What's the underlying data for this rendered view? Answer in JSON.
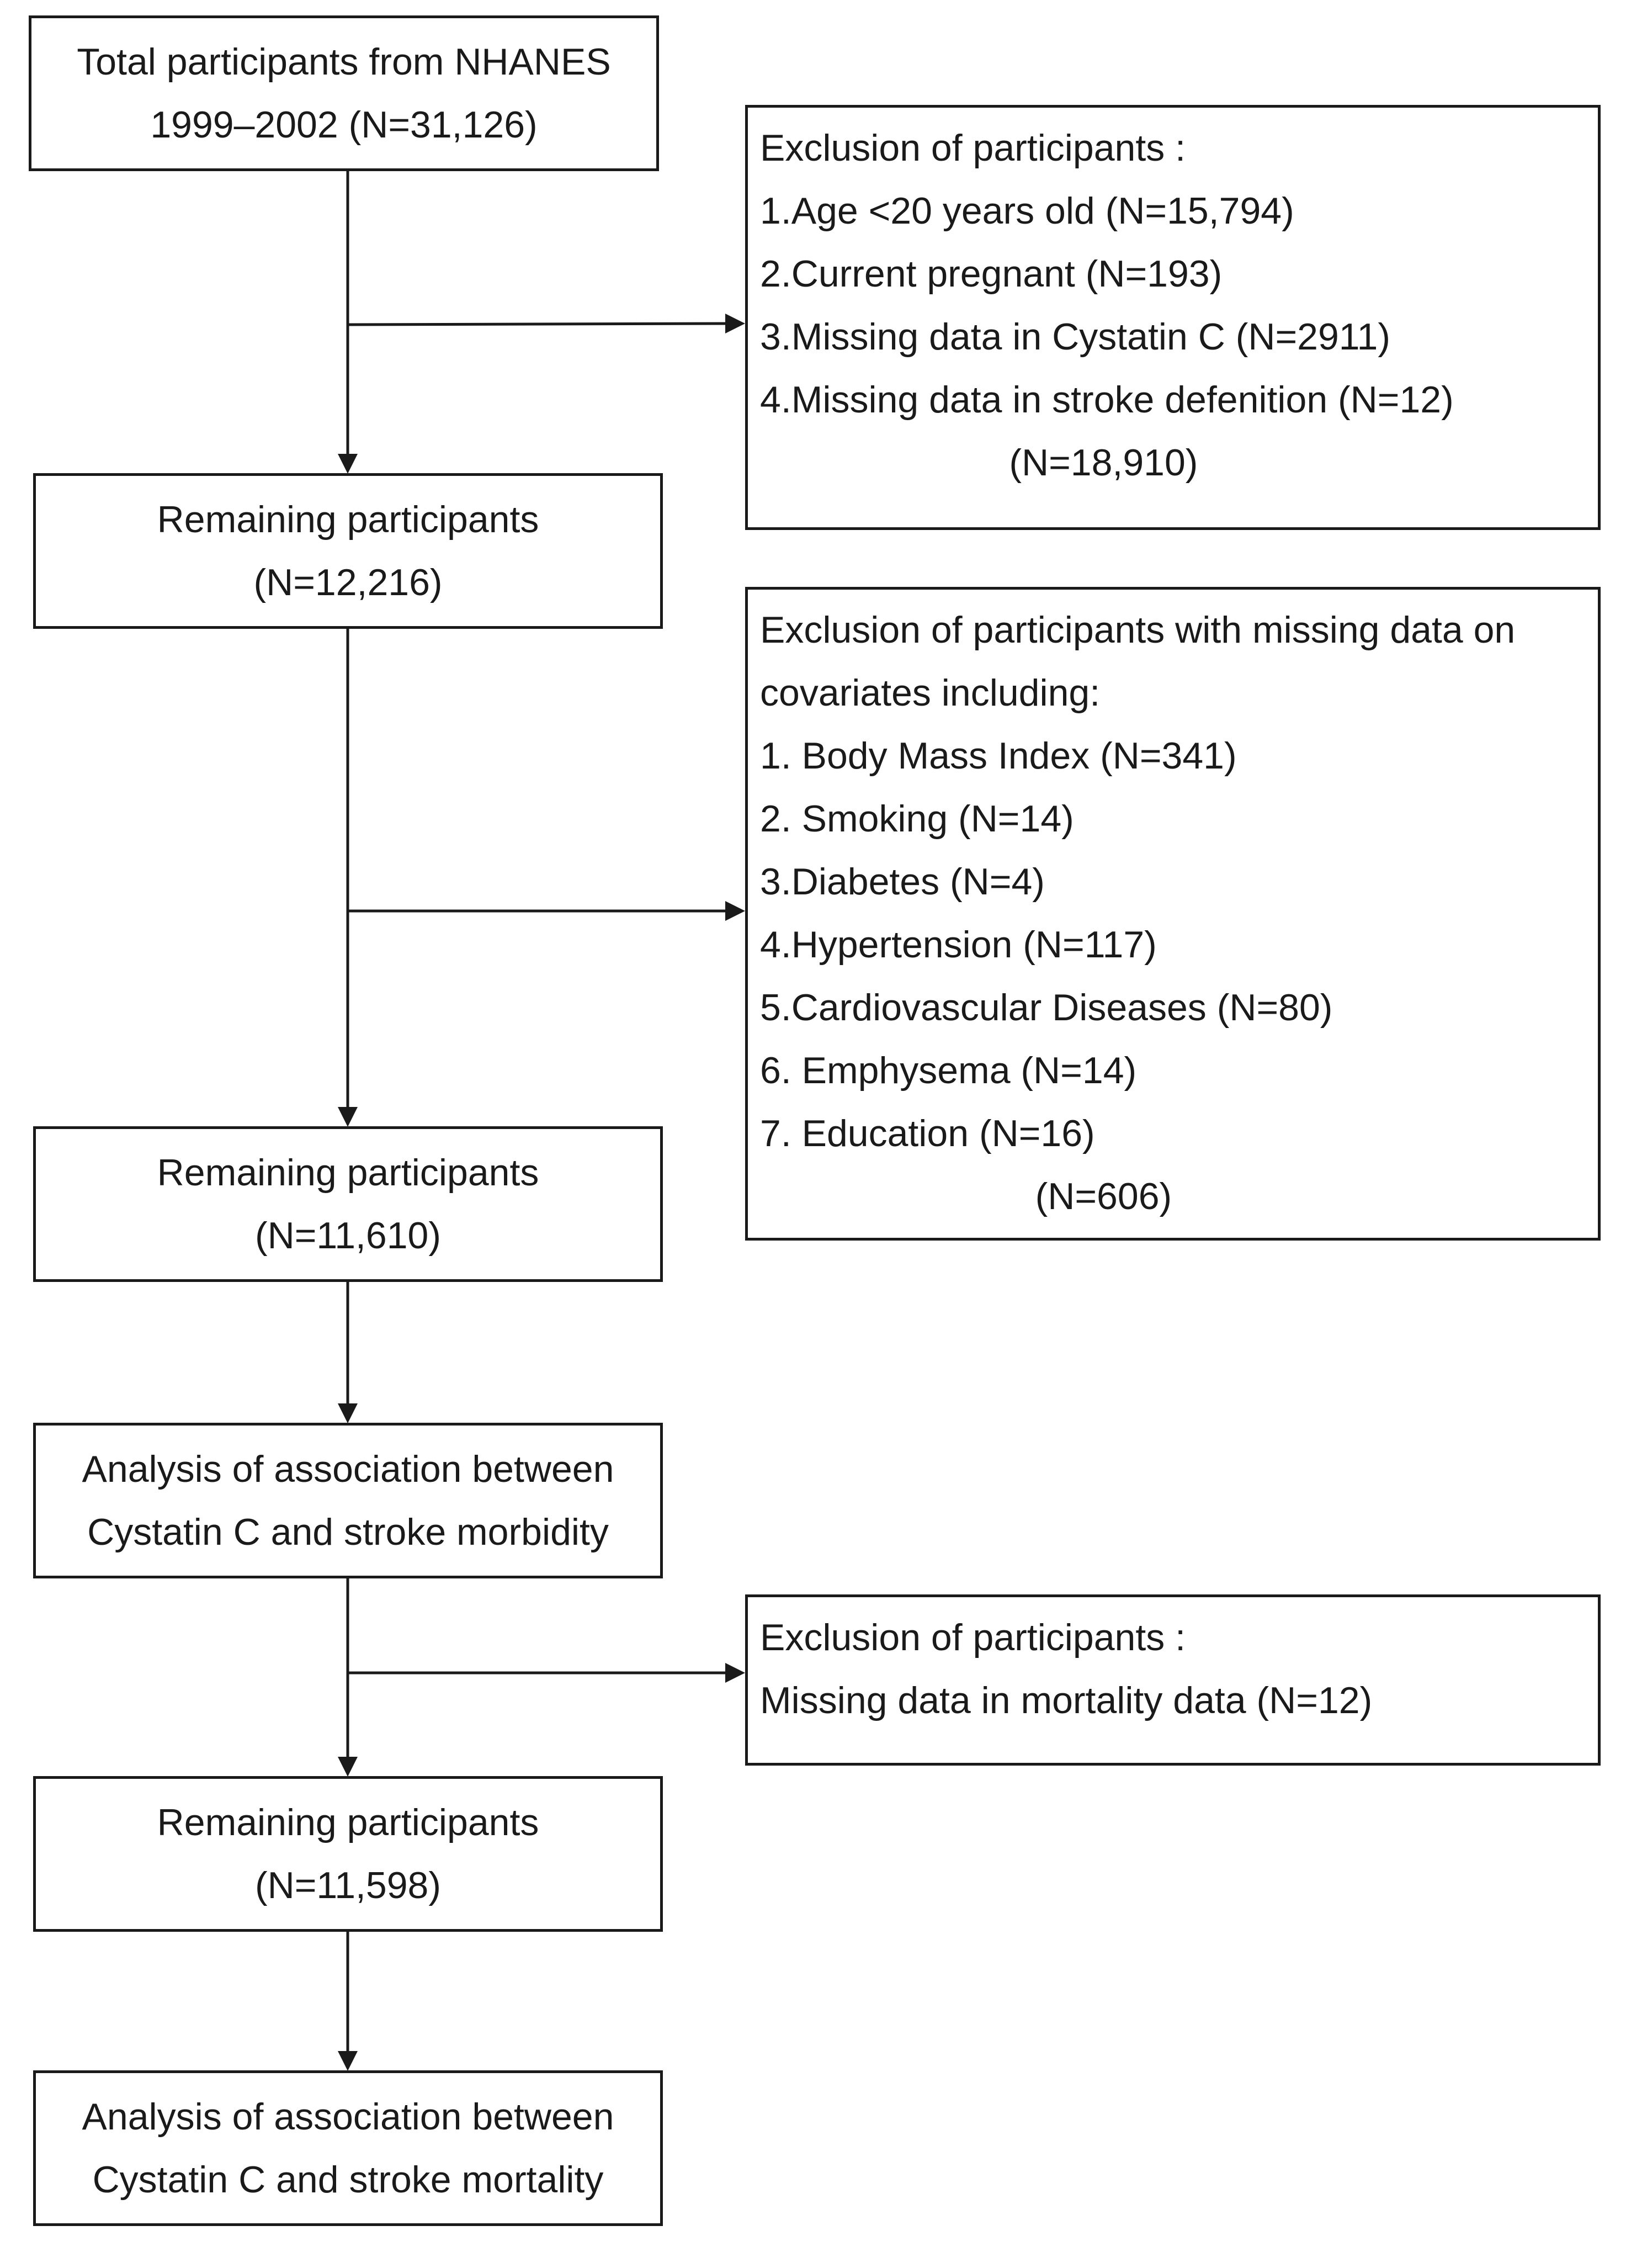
{
  "main_boxes": {
    "total": [
      "Total participants from NHANES",
      "1999–2002 (N=31,126)"
    ],
    "remaining_1": [
      "Remaining participants",
      "(N=12,216)"
    ],
    "remaining_2": [
      "Remaining participants",
      "(N=11,610)"
    ],
    "analysis_morbidity": [
      "Analysis of association between",
      "Cystatin C and stroke morbidity"
    ],
    "remaining_3": [
      "Remaining participants",
      "(N=11,598)"
    ],
    "analysis_mortality": [
      "Analysis of association between",
      "Cystatin C and stroke mortality"
    ]
  },
  "exclusion_boxes": {
    "first": {
      "lines": [
        "Exclusion of participants :",
        "1.Age <20 years old (N=15,794)",
        "2.Current pregnant (N=193)",
        "3.Missing data in Cystatin C  (N=2911)",
        "4.Missing data in stroke defenition (N=12)"
      ],
      "total": "(N=18,910)"
    },
    "second": {
      "lines": [
        "Exclusion of participants with missing data on",
        "covariates including:",
        "1. Body Mass Index (N=341)",
        "2. Smoking (N=14)",
        "3.Diabetes (N=4)",
        "4.Hypertension (N=117)",
        "5.Cardiovascular Diseases (N=80)",
        "6. Emphysema (N=14)",
        "7. Education (N=16)"
      ],
      "total": "(N=606)"
    },
    "third": {
      "lines": [
        "Exclusion of participants :",
        "Missing data in mortality data (N=12)"
      ]
    }
  },
  "colors": {
    "line": "#1a1a1a",
    "background": "#ffffff"
  }
}
